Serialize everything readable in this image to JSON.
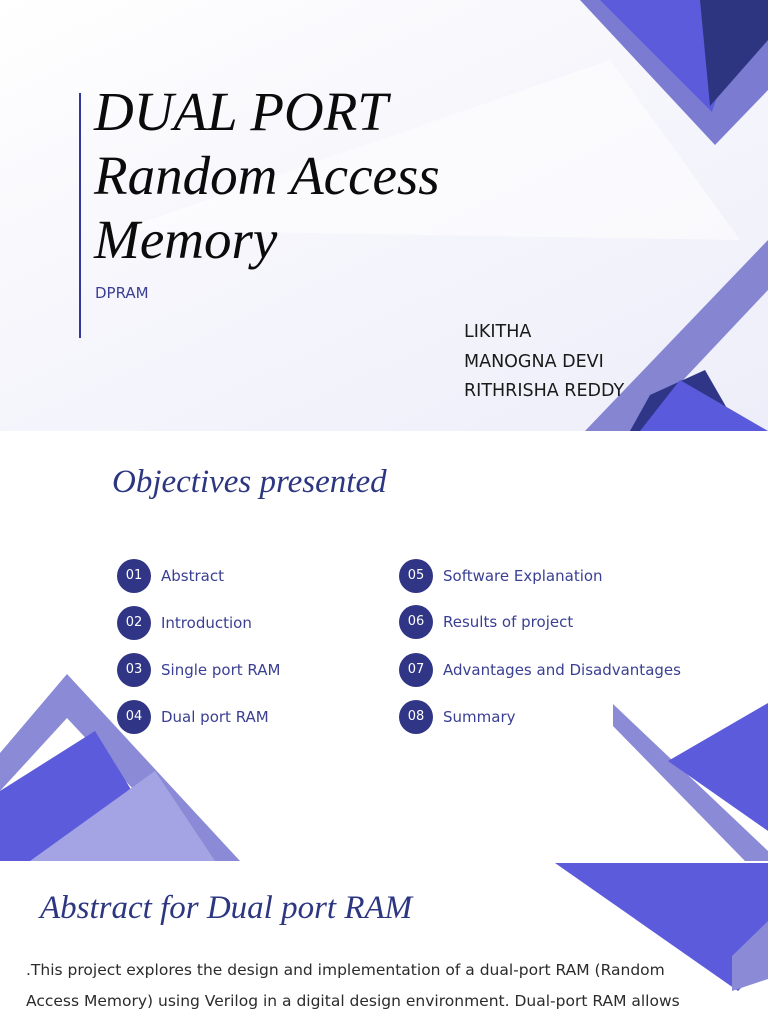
{
  "title_slide": {
    "title_lines": [
      "DUAL PORT",
      "Random Access",
      "Memory"
    ],
    "subtitle": "DPRAM",
    "authors": [
      "LIKITHA",
      "MANOGNA DEVI",
      "RITHRISHA REDDY"
    ]
  },
  "objectives_slide": {
    "heading": "Objectives presented",
    "items": [
      {
        "number": "01",
        "label": "Abstract"
      },
      {
        "number": "02",
        "label": "Introduction"
      },
      {
        "number": "03",
        "label": "Single port RAM"
      },
      {
        "number": "04",
        "label": "Dual port RAM"
      },
      {
        "number": "05",
        "label": "Software Explanation"
      },
      {
        "number": "06",
        "label": "Results of project"
      },
      {
        "number": "07",
        "label": "Advantages and Disadvantages"
      },
      {
        "number": "08",
        "label": "Summary"
      }
    ]
  },
  "abstract_slide": {
    "heading": "Abstract for Dual port RAM",
    "body": ".This project explores the design and implementation of a dual-port RAM (Random Access Memory) using Verilog in a digital design environment. Dual-port RAM allows"
  },
  "colors": {
    "accent_dark": "#2e3580",
    "accent_mid": "#5b5bdc",
    "accent_light": "#8a8ad6",
    "text_blue": "#3a3f93"
  }
}
